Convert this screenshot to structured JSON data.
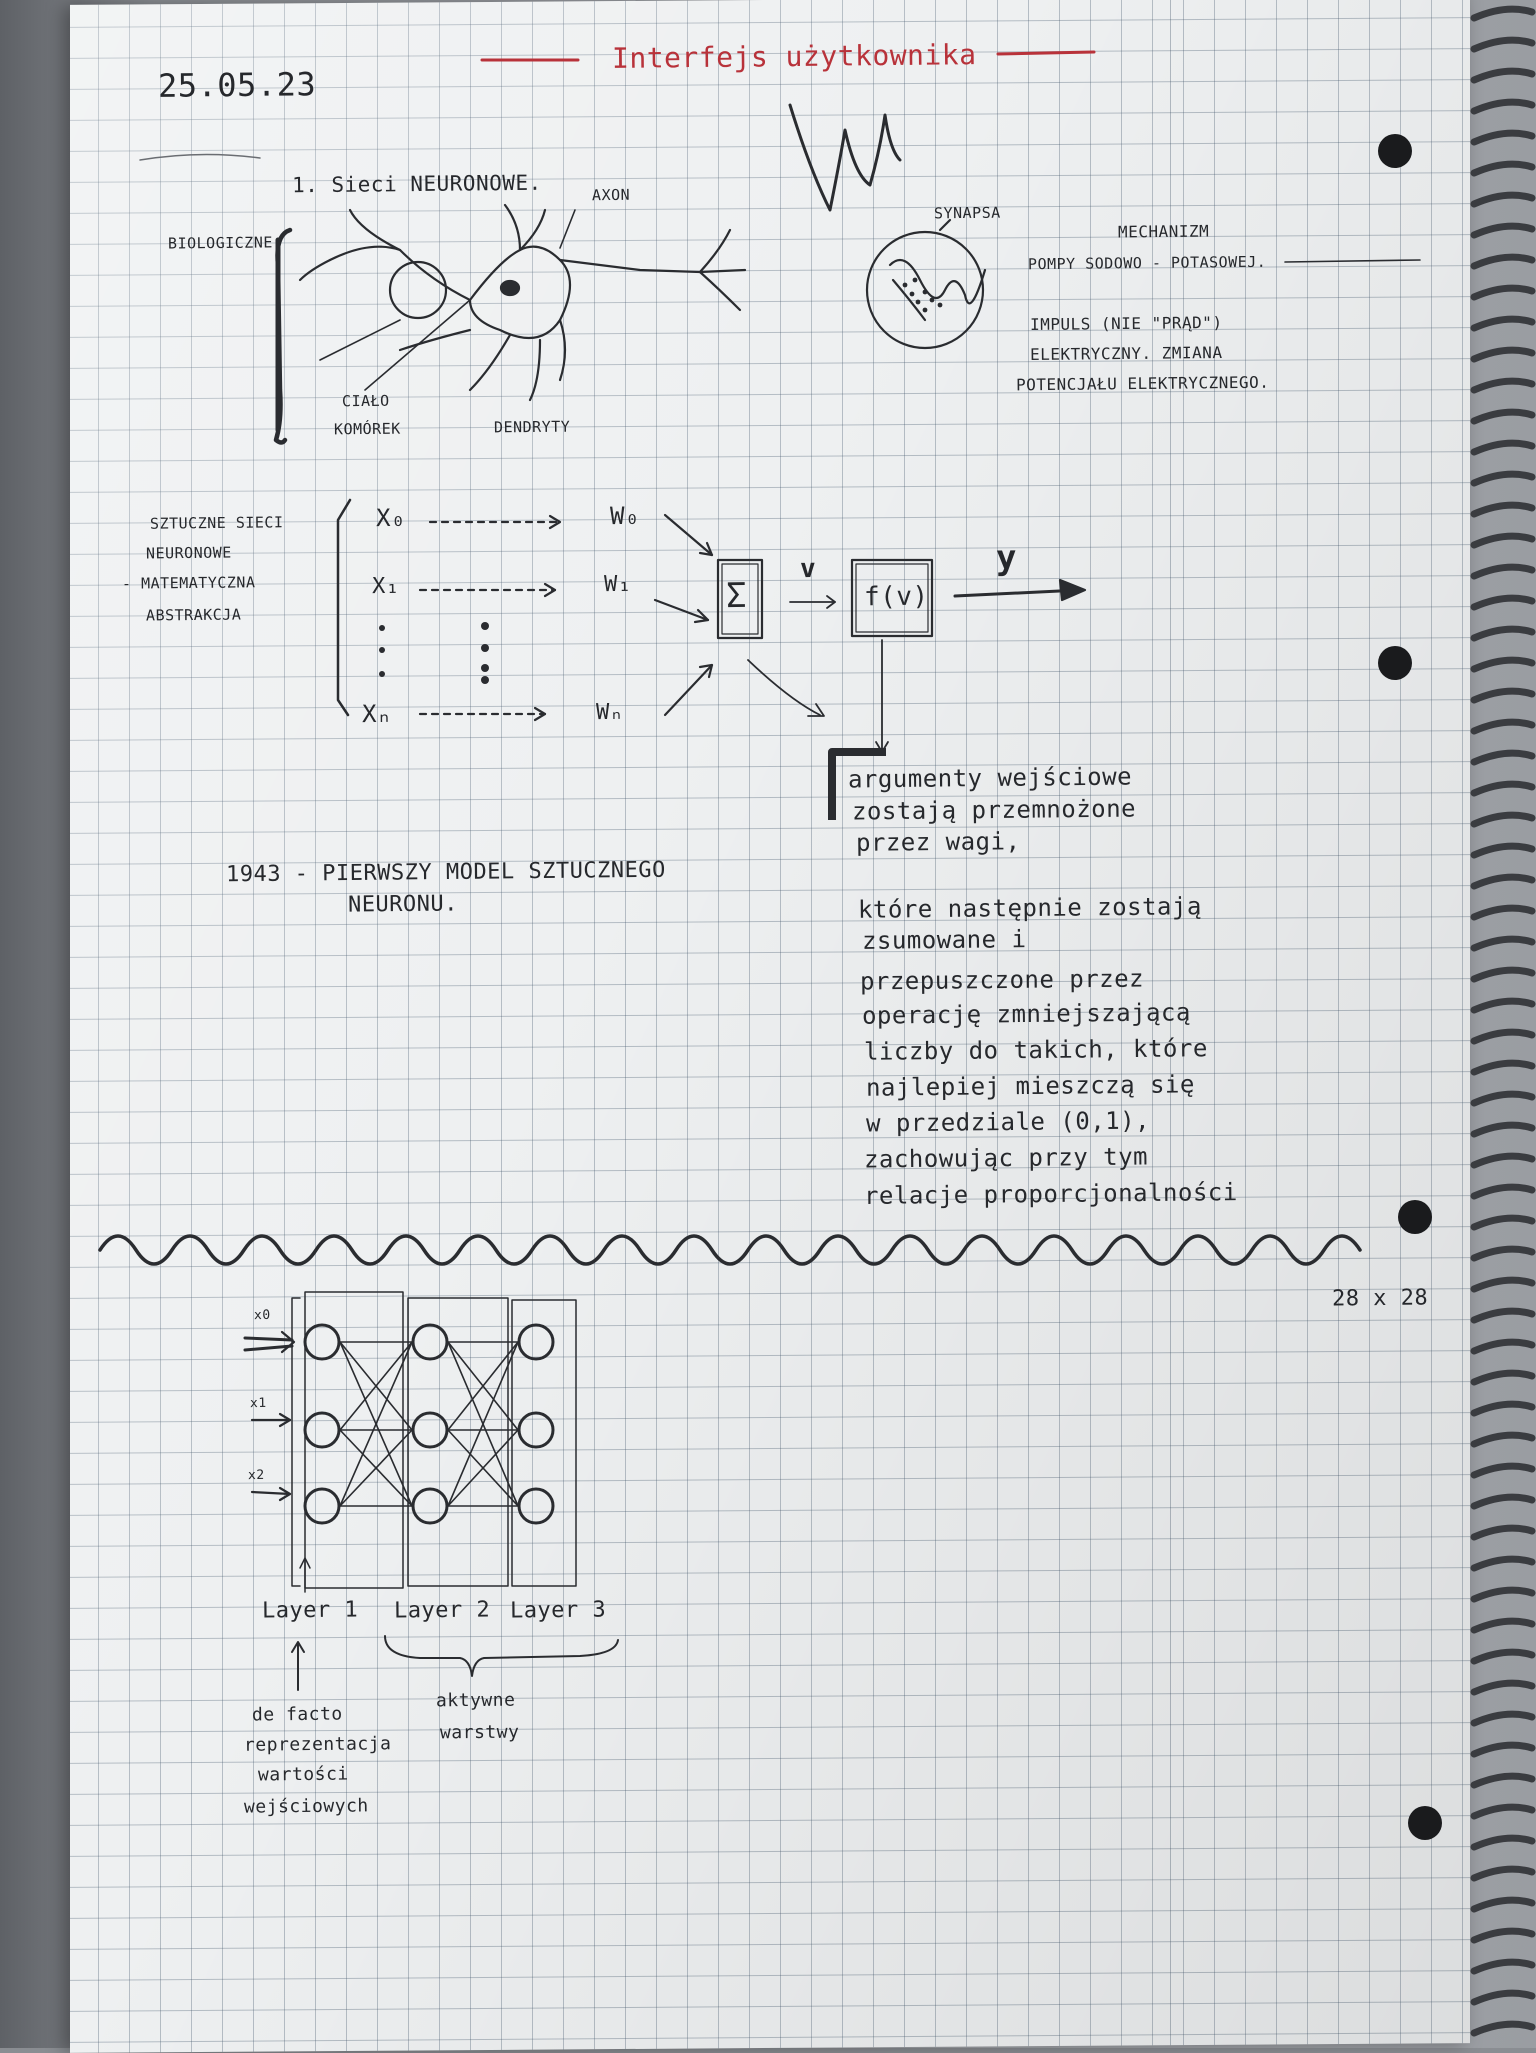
{
  "header": {
    "date": "25.05.23",
    "title": "Interfejs użytkownika"
  },
  "neuron_section": {
    "heading": "1. Sieci NEURONOWE.",
    "label_bio": "BIOLOGICZNE",
    "label_axon": "AXON",
    "label_body_1": "CIAŁO",
    "label_body_2": "KOMÓREK",
    "label_dendrites": "DENDRYTY",
    "label_synapse": "SYNAPSA",
    "mechanism_1": "MECHANIZM",
    "mechanism_2": "POMPY SODOWO - POTASOWEJ.",
    "impulse_1": "IMPULS (NIE \"PRĄD\")",
    "impulse_2": "ELEKTRYCZNY. ZMIANA",
    "impulse_3": "POTENCJAŁU ELEKTRYCZNEGO."
  },
  "artificial_section": {
    "label_1": "SZTUCZNE SIECI",
    "label_2": "NEURONOWE",
    "label_3": "- MATEMATYCZNA",
    "label_4": "ABSTRAKCJA",
    "x0": "X₀",
    "x1": "X₁",
    "xn": "Xₙ",
    "w0": "W₀",
    "w1": "W₁",
    "wn": "Wₙ",
    "sum": "Σ",
    "v": "v",
    "fv": "f(v)",
    "y": "y"
  },
  "explanation": {
    "line_1": "argumenty wejściowe",
    "line_2": "zostają przemnożone",
    "line_3": "przez wagi,",
    "line_4": "które następnie zostają",
    "line_5": "zsumowane i",
    "line_6": "przepuszczone przez",
    "line_7": "operację zmniejszającą",
    "line_8": "liczby do takich, które",
    "line_9": "najlepiej mieszczą się",
    "line_10": "w przedziale (0,1),",
    "line_11": "zachowując przy tym",
    "line_12": "relacje proporcjonalności"
  },
  "history": {
    "line_1": "1943 - PIERWSZY MODEL SZTUCZNEGO",
    "line_2": "NEURONU."
  },
  "network_section": {
    "dims": "28 x 28",
    "in_x0": "x0",
    "in_x1": "x1",
    "in_x2": "x2",
    "layer_1": "Layer 1",
    "layer_2": "Layer 2",
    "layer_3": "Layer 3",
    "note_left_1": "de facto",
    "note_left_2": "reprezentacja",
    "note_left_3": "wartości",
    "note_left_4": "wejściowych",
    "note_right_1": "aktywne",
    "note_right_2": "warstwy"
  },
  "colors": {
    "ink": "#26282c",
    "red_ink": "#b8323a",
    "paper": "#eef0f1"
  }
}
